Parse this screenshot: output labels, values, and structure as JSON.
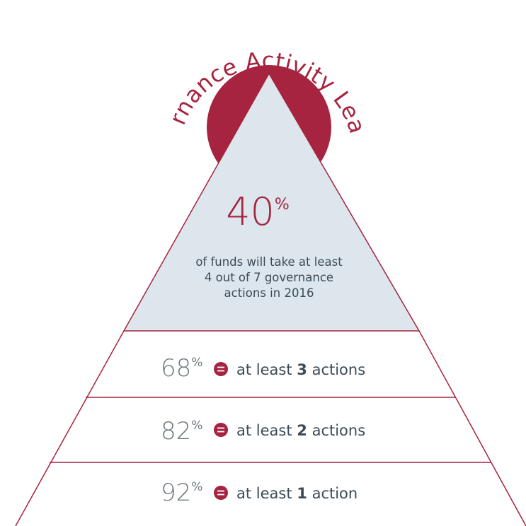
{
  "colors": {
    "accent": "#A6243F",
    "apex_fill": "#DCE6EC",
    "text_dark": "#3C4B57",
    "number_gray": "#6E7780",
    "line": "#A6243F",
    "background": "#FFFFFF"
  },
  "title": "Governance Activity Leaders",
  "apex": {
    "percent": "40",
    "percent_sign": "%",
    "description_lines": [
      "of funds will take at least",
      "4 out of 7 governance",
      "actions in 2016"
    ]
  },
  "tiers": [
    {
      "percent": "68",
      "percent_sign": "%",
      "icon": "equals-icon",
      "prefix": "at least",
      "count": "3",
      "suffix": "actions"
    },
    {
      "percent": "82",
      "percent_sign": "%",
      "icon": "equals-icon",
      "prefix": "at least",
      "count": "2",
      "suffix": "actions"
    },
    {
      "percent": "92",
      "percent_sign": "%",
      "icon": "equals-icon",
      "prefix": "at least",
      "count": "1",
      "suffix": "action"
    }
  ]
}
